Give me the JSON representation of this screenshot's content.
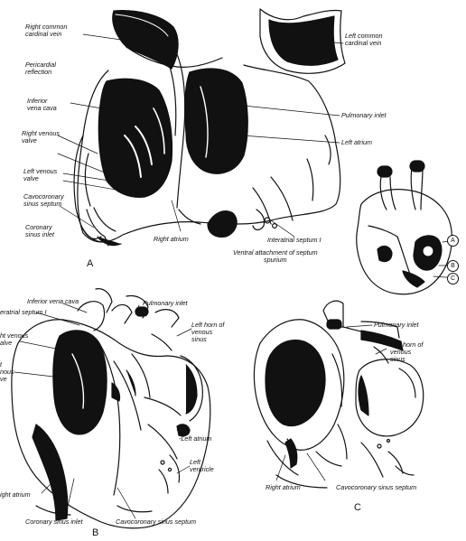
{
  "panel_a": {
    "letter": "A",
    "labels": {
      "right_common_cardinal_vein": "Right common\ncardinal vein",
      "pericardial_reflection": "Pericardial\nreflection",
      "inferior_vena_cava": "Inferior\nvena cava",
      "right_venous_valve": "Right venous\nvalve",
      "left_venous_valve": "Left venous\nvalve",
      "cavocoronary_sinus_septum": "Cavocoronary\nsinus septum",
      "coronary_sinus_inlet": "Coronary\nsinus inlet",
      "left_common_cardinal_vein": "Left common\ncardinal vein",
      "pulmonary_inlet": "Pulmonary inlet",
      "left_atrium": "Left atrium",
      "right_atrium": "Right atrium",
      "interatrial_septum": "Interatrial septum I",
      "ventral_attachment": "Ventral attachment of septum\nspurium"
    }
  },
  "orientation": {
    "markers": [
      "A",
      "B",
      "C"
    ]
  },
  "panel_b": {
    "letter": "B",
    "labels": {
      "inferior_vena_cava": "Inferior vena cava",
      "interatrial_septum": "eratrial septum I",
      "right_venous_valve": "ht venous\nalve",
      "left_venous_valve_partial": "t\nnous\nve",
      "pulmonary_inlet": "Pulmonary inlet",
      "left_horn": "Left horn of\nvenous\nsinus",
      "left_atrium": "-Left atrium",
      "left_ventricle": "Left\nventricle",
      "right_atrium": "ight atrium",
      "coronary_sinus_inlet": "Coronary sinus inlet",
      "cavocoronary_sinus_septum": "Cavocoronary sinus septum"
    }
  },
  "panel_c": {
    "letter": "C",
    "labels": {
      "pulmonary_inlet": "Pulmonary inlet",
      "left_horn": "Left horn of\nvenous\nsinus",
      "right_atrium": "Right atrium",
      "cavocoronary_sinus_septum": "Cavocoronary sinus septum"
    }
  }
}
